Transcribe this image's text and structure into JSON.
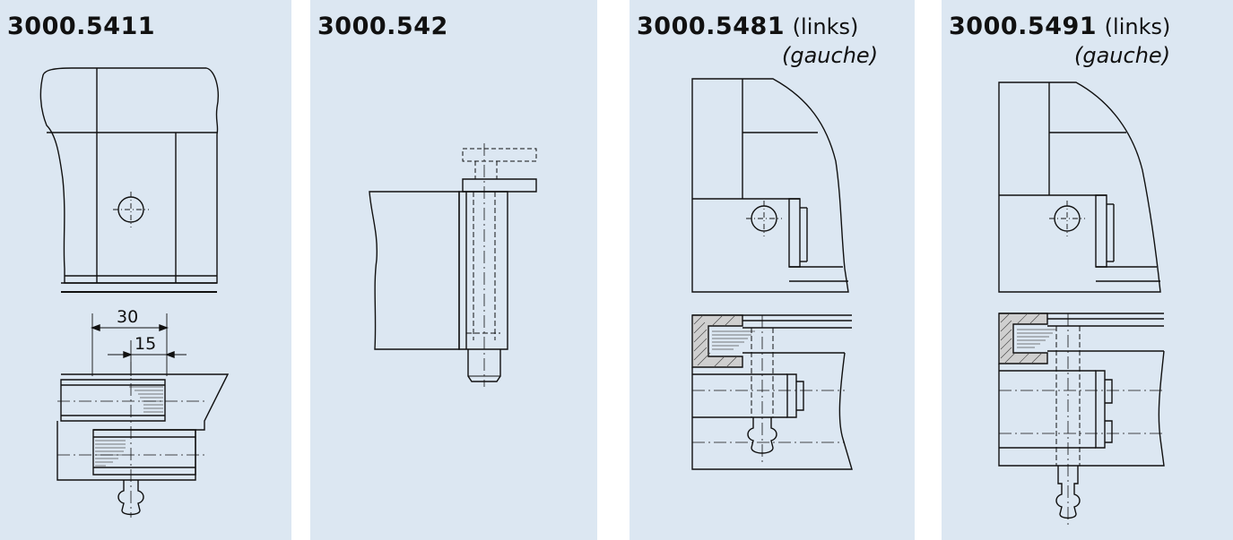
{
  "panels": [
    {
      "code": "3000.5411",
      "note": "",
      "subtitle": "",
      "dimensions": {
        "outer": "30",
        "inner": "15"
      }
    },
    {
      "code": "3000.542",
      "note": "",
      "subtitle": ""
    },
    {
      "code": "3000.5481",
      "note": "(links)",
      "subtitle": "(gauche)"
    },
    {
      "code": "3000.5491",
      "note": "(links)",
      "subtitle": "(gauche)"
    }
  ],
  "colors": {
    "panel_background": "#dce7f2",
    "line": "#111111",
    "hatch": "#555555"
  }
}
